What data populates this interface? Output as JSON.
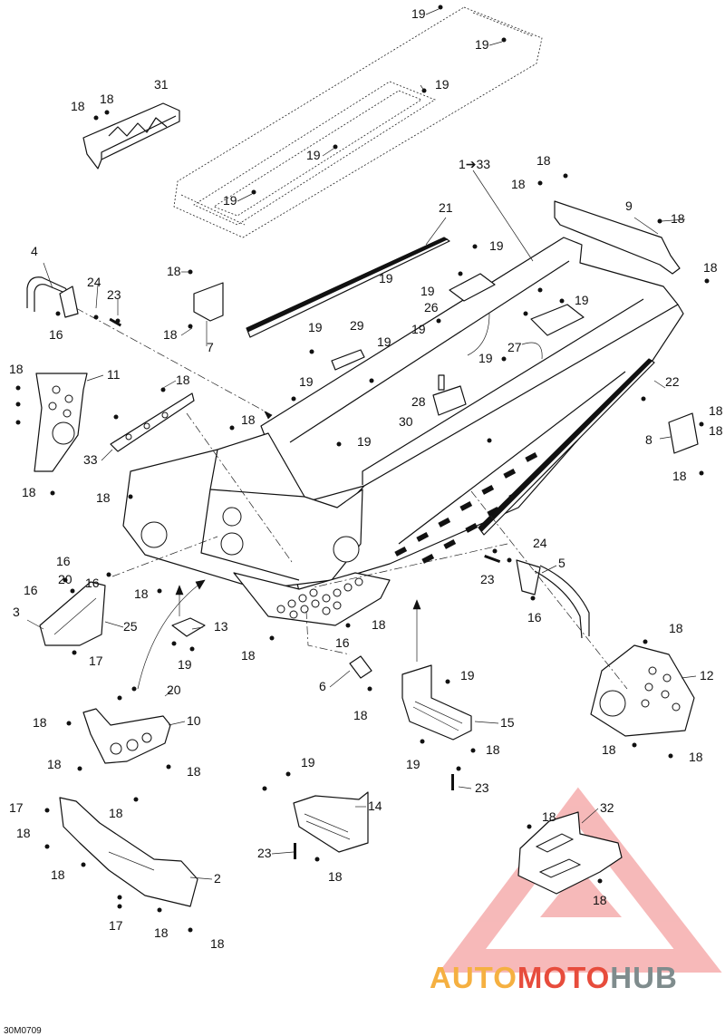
{
  "figure_code": "30M0709",
  "watermark": {
    "part1": "AUTO",
    "part2": "MOTO",
    "part3": "HUB",
    "colors": {
      "auto": "#f5b041",
      "moto": "#e74c3c",
      "hub": "#7f8c8d",
      "triangle": "#f08080"
    }
  },
  "callouts": [
    "19",
    "19",
    "18",
    "18",
    "31",
    "19",
    "19",
    "19",
    "1➔33",
    "18",
    "18",
    "9",
    "18",
    "18",
    "21",
    "19",
    "18",
    "4",
    "24",
    "23",
    "16",
    "19",
    "26",
    "19",
    "7",
    "18",
    "29",
    "19",
    "19",
    "27",
    "19",
    "11",
    "18",
    "18",
    "19",
    "28",
    "22",
    "19",
    "30",
    "18",
    "18",
    "18",
    "33",
    "19",
    "19",
    "8",
    "18",
    "18",
    "18",
    "16",
    "16",
    "20",
    "16",
    "3",
    "25",
    "18",
    "13",
    "16",
    "18",
    "19",
    "17",
    "18",
    "6",
    "19",
    "18",
    "24",
    "23",
    "5",
    "16",
    "15",
    "18",
    "18",
    "12",
    "18",
    "18",
    "20",
    "18",
    "10",
    "18",
    "19",
    "18",
    "18",
    "23",
    "19",
    "17",
    "14",
    "18",
    "32",
    "18",
    "23",
    "18",
    "2",
    "18",
    "18",
    "17",
    "18",
    "18",
    "18"
  ]
}
